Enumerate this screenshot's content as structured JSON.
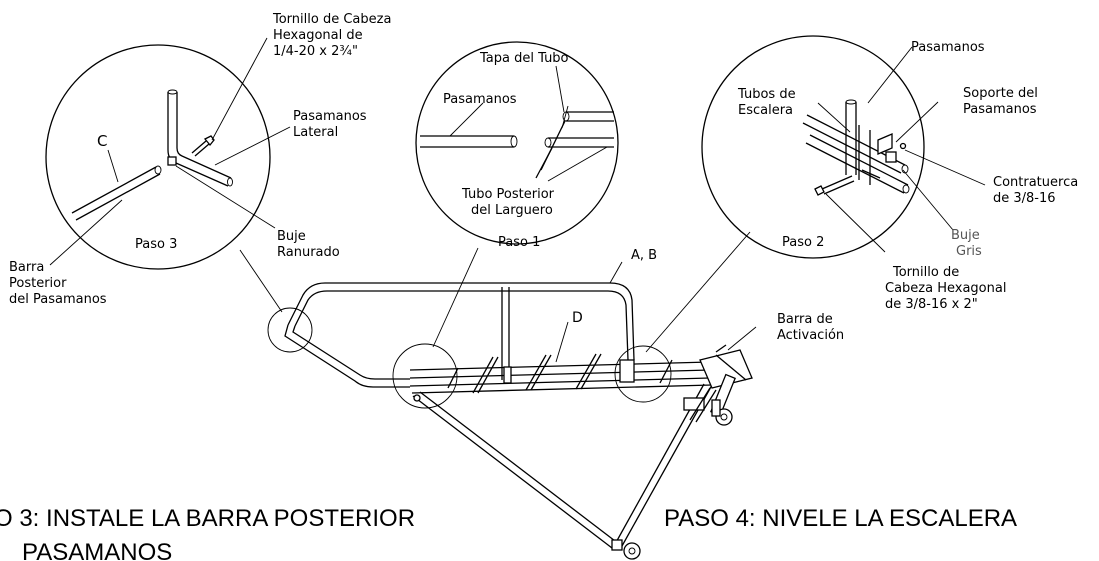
{
  "labels": {
    "detail3": {
      "screw_line1": "Tornillo de Cabeza",
      "screw_line2": "Hexagonal de",
      "screw_line3": "1/4-20 x 2¾\"",
      "side_rail_line1": "Pasamanos",
      "side_rail_line2": "Lateral",
      "part_c": "C",
      "bushing_line1": "Buje",
      "bushing_line2": "Ranurado",
      "rear_bar_line1": "Barra",
      "rear_bar_line2": "Posterior",
      "rear_bar_line3": "del Pasamanos",
      "step": "Paso 3"
    },
    "detail1": {
      "tube_cap": "Tapa del Tubo",
      "handrail": "Pasamanos",
      "rear_tube_line1": "Tubo Posterior",
      "rear_tube_line2": "del Larguero",
      "step": "Paso 1"
    },
    "detail2": {
      "handrail": "Pasamanos",
      "tubes_line1": "Tubos de",
      "tubes_line2": "Escalera",
      "support_line1": "Soporte del",
      "support_line2": "Pasamanos",
      "locknut_line1": "Contratuerca",
      "locknut_line2": "de 3/8-16",
      "gray_bushing_line1": "Buje",
      "gray_bushing_line2": "Gris",
      "screw_line1": "Tornillo de",
      "screw_line2": "Cabeza Hexagonal",
      "screw_line3": "de 3/8-16 x 2\"",
      "step": "Paso 2"
    },
    "main": {
      "part_ab": "A, B",
      "part_d": "D",
      "activation_line1": "Barra de",
      "activation_line2": "Activación"
    }
  },
  "headings": {
    "step3_line1": "O 3: INSTALE LA BARRA POSTERIOR",
    "step3_line2": "PASAMANOS",
    "step4": "PASO 4: NIVELE LA ESCALERA"
  }
}
